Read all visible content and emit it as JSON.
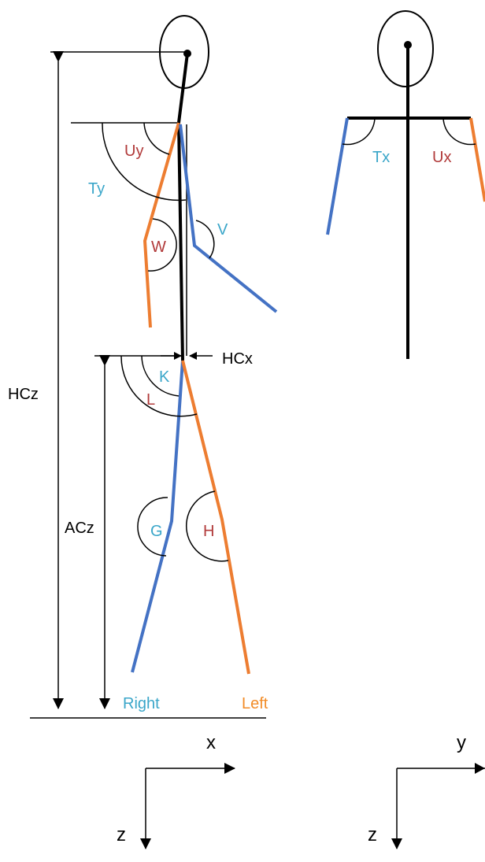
{
  "colors": {
    "right_limb": "#4472c4",
    "left_limb": "#ed7d31",
    "skeleton": "#000000",
    "label_cyan": "#3aa6c9",
    "label_red": "#b13a3a",
    "label_orange": "#f28c28"
  },
  "side_view": {
    "angles": {
      "uy": "Uy",
      "ty": "Ty",
      "w": "W",
      "v": "V",
      "k": "K",
      "l": "L",
      "g": "G",
      "h": "H"
    },
    "dimensions": {
      "hcz": "HCz",
      "acz": "ACz",
      "hcx": "HCx"
    },
    "legend": {
      "right": "Right",
      "left": "Left"
    },
    "axes": {
      "horizontal": "x",
      "vertical": "z"
    }
  },
  "front_view": {
    "angles": {
      "tx": "Tx",
      "ux": "Ux"
    },
    "axes": {
      "horizontal": "y",
      "vertical": "z"
    }
  }
}
